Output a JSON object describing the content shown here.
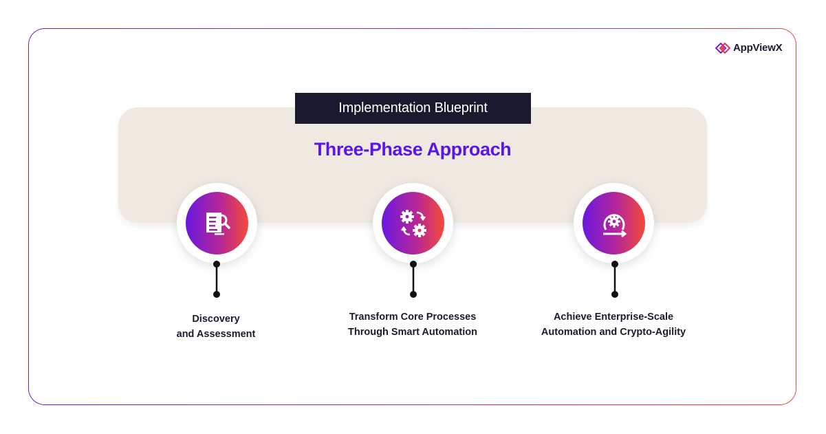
{
  "brand": {
    "name": "AppViewX",
    "mark_color": "#7a1fd6"
  },
  "header": {
    "badge": "Implementation Blueprint",
    "title": "Three-Phase Approach"
  },
  "colors": {
    "badge_bg": "#191a2e",
    "title": "#5a16ea",
    "panel_bg": "#efe9e2",
    "gradient_start": "#6a19e0",
    "gradient_end": "#f44a3a"
  },
  "phases": [
    {
      "icon": "document-search-icon",
      "line1": "Discovery",
      "line2": "and Assessment"
    },
    {
      "icon": "gears-cycle-icon",
      "line1": "Transform Core Processes",
      "line2": "Through Smart Automation"
    },
    {
      "icon": "gear-loop-arrow-icon",
      "line1": "Achieve Enterprise-Scale",
      "line2": "Automation and Crypto-Agility"
    }
  ]
}
